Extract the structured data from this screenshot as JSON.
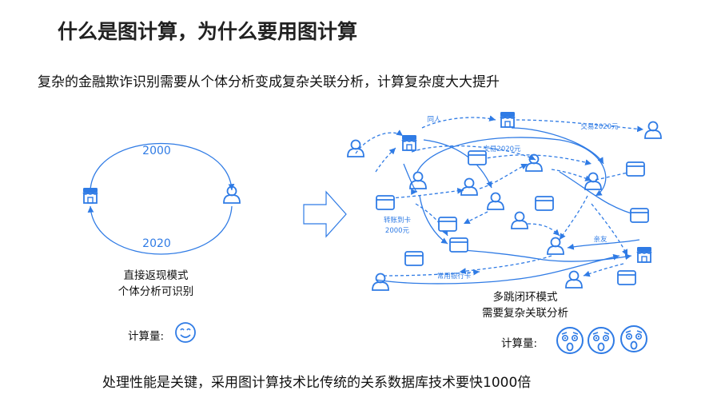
{
  "title": "什么是图计算，为什么要用图计算",
  "subtitle": "复杂的金融欺诈识别需要从个体分析变成复杂关联分析，计算复杂度大大提升",
  "left_panel": {
    "top_amount": "2000",
    "bottom_amount": "2020",
    "caption_line1": "直接返现模式",
    "caption_line2": "个体分析可识别",
    "cost_label": "计算量:",
    "cost_icon": "smiling-face-icon"
  },
  "right_panel": {
    "edge_labels": {
      "same_person": "同人",
      "trade_top": "交易2020元",
      "trade_mid": "交易2020元",
      "transfer_line1": "转账到卡",
      "transfer_line2": "2000元",
      "friend": "亲友",
      "common_card": "常用银行卡"
    },
    "caption_line1": "多跳闭环模式",
    "caption_line2": "需要复杂关联分析",
    "cost_label": "计算量:",
    "cost_icon": "shocked-face-icon"
  },
  "bottom_text": "处理性能是关键，采用图计算技术比传统的关系数据库技术要快1000倍",
  "colors": {
    "accent": "#2f7be5",
    "text": "#111111"
  }
}
